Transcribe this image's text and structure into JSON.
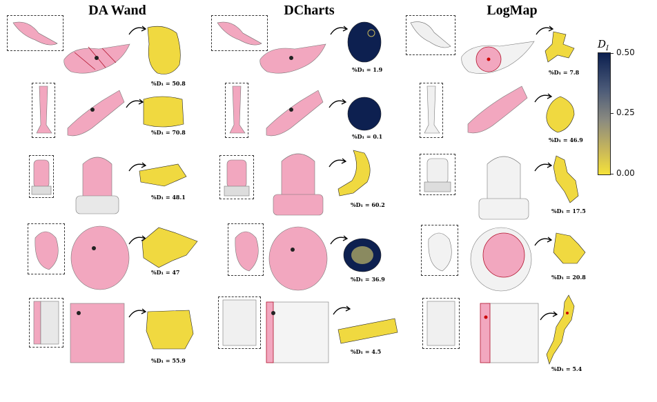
{
  "columns": [
    {
      "title": "DA Wand"
    },
    {
      "title": "DCharts"
    },
    {
      "title": "LogMap"
    }
  ],
  "labels": {
    "dawand": [
      "%D₁ = 50.8",
      "%D₁ = 70.8",
      "%D₁ = 48.1",
      "%D₁ = 47",
      "%D₁ = 55.9"
    ],
    "dcharts": [
      "%D₁ = 1.9",
      "%D₁ = 0.1",
      "%D₁ = 60.2",
      "%D₁ = 36.9",
      "%D₁ = 4.5"
    ],
    "logmap": [
      "%D₁ = 7.8",
      "%D₁ = 46.9",
      "%D₁ = 17.5",
      "%D₁ = 20.8",
      "%D₁ = 5.4"
    ]
  },
  "colorbar": {
    "title": "D",
    "title_sub": "I",
    "ticks": [
      "0.50",
      "0.25",
      "0.00"
    ],
    "colors": {
      "high": "#0b1f4f",
      "mid": "#8a8a80",
      "low": "#f5e23a"
    }
  },
  "colors": {
    "selection": "#f2a7bf",
    "mesh": "#9a9a9a",
    "param_yellow": "#f0d940",
    "param_navy": "#0d2050",
    "boundary": "#b0102a"
  }
}
